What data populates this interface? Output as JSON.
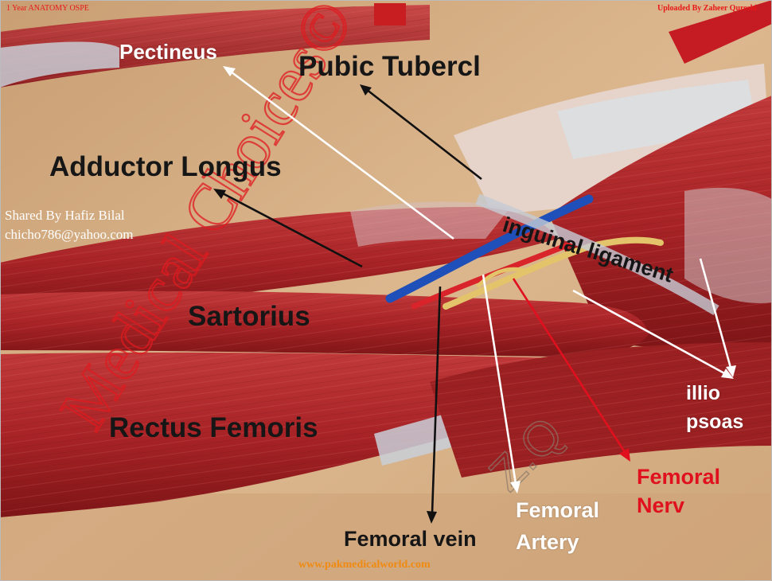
{
  "header": {
    "left": "1 Year ANATOMY OSPE",
    "right": "Uploaded By Zaheer Qureshi"
  },
  "labels": {
    "pectineus": "Pectineus",
    "pubic_tubercle": "Pubic Tubercl",
    "adductor_longus": "Adductor Longus",
    "inguinal_ligament": "inguinal ligament",
    "sartorius": "Sartorius",
    "rectus_femoris": "Rectus Femoris",
    "illiopsoas_line1": "illio",
    "illiopsoas_line2": "psoas",
    "femoral_nerve_line1": "Femoral",
    "femoral_nerve_line2": "Nerv",
    "femoral_artery_line1": "Femoral",
    "femoral_artery_line2": "Artery",
    "femoral_vein": "Femoral vein"
  },
  "credit": {
    "line1": "Shared By Hafiz Bilal",
    "line2": "chicho786@yahoo.com"
  },
  "watermark": {
    "text": "Medical Choices©",
    "initials": "Z.Q"
  },
  "footer": {
    "url": "www.pakmedicalworld.com"
  },
  "colors": {
    "muscle": "#b02a2c",
    "label_black": "#161616",
    "label_white": "#ffffff",
    "label_red": "#e0101e",
    "vein": "#1f4fb8",
    "header": "#e81818",
    "footer": "#f08a10"
  }
}
